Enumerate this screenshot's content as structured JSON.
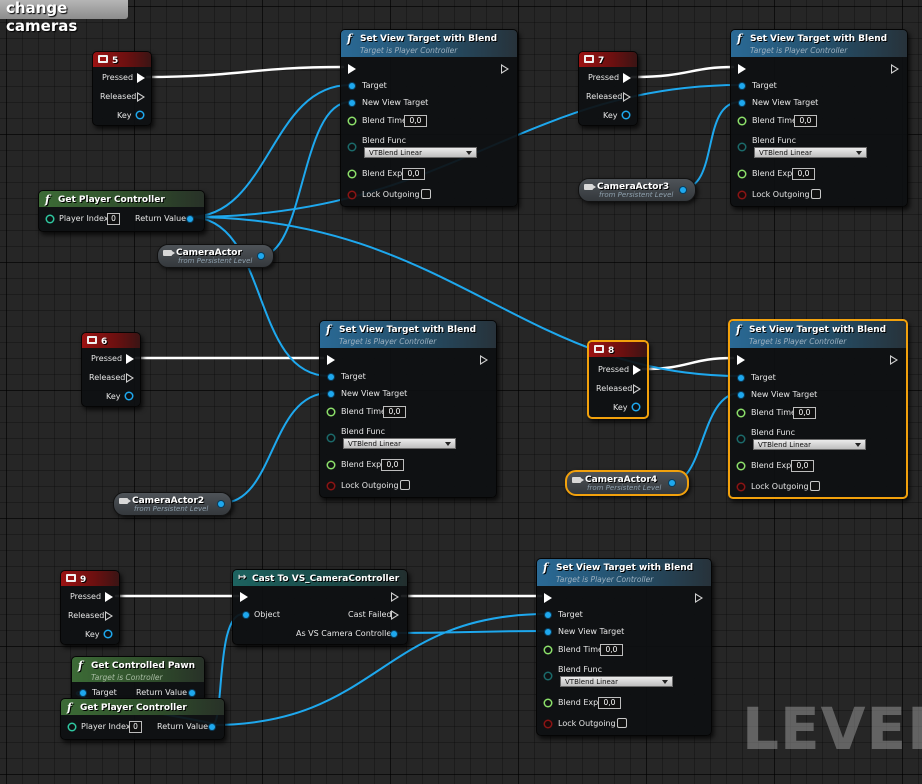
{
  "comment": {
    "title": "change cameras"
  },
  "watermark": "LEVEL",
  "colors": {
    "exec_wire": "#ffffff",
    "object_wire": "#1ea8ee",
    "selected_border": "#f2a10c"
  },
  "nodes": {
    "key5": {
      "title": "5",
      "pressed": "Pressed",
      "released": "Released",
      "key": "Key"
    },
    "key6": {
      "title": "6",
      "pressed": "Pressed",
      "released": "Released",
      "key": "Key"
    },
    "key7": {
      "title": "7",
      "pressed": "Pressed",
      "released": "Released",
      "key": "Key"
    },
    "key8": {
      "title": "8",
      "pressed": "Pressed",
      "released": "Released",
      "key": "Key"
    },
    "key9": {
      "title": "9",
      "pressed": "Pressed",
      "released": "Released",
      "key": "Key"
    },
    "svtb1": {
      "title": "Set View Target with Blend",
      "subtitle": "Target is Player Controller",
      "target": "Target",
      "new_view_target": "New View Target",
      "blend_time": "Blend Time",
      "blend_time_value": "0,0",
      "blend_func": "Blend Func",
      "blend_func_value": "VTBlend Linear",
      "blend_exp": "Blend Exp",
      "blend_exp_value": "0,0",
      "lock_outgoing": "Lock Outgoing"
    },
    "svtb2": {
      "title": "Set View Target with Blend",
      "subtitle": "Target is Player Controller",
      "target": "Target",
      "new_view_target": "New View Target",
      "blend_time": "Blend Time",
      "blend_time_value": "0,0",
      "blend_func": "Blend Func",
      "blend_func_value": "VTBlend Linear",
      "blend_exp": "Blend Exp",
      "blend_exp_value": "0,0",
      "lock_outgoing": "Lock Outgoing"
    },
    "svtb3": {
      "title": "Set View Target with Blend",
      "subtitle": "Target is Player Controller",
      "target": "Target",
      "new_view_target": "New View Target",
      "blend_time": "Blend Time",
      "blend_time_value": "0,0",
      "blend_func": "Blend Func",
      "blend_func_value": "VTBlend Linear",
      "blend_exp": "Blend Exp",
      "blend_exp_value": "0,0",
      "lock_outgoing": "Lock Outgoing"
    },
    "svtb4": {
      "title": "Set View Target with Blend",
      "subtitle": "Target is Player Controller",
      "target": "Target",
      "new_view_target": "New View Target",
      "blend_time": "Blend Time",
      "blend_time_value": "0,0",
      "blend_func": "Blend Func",
      "blend_func_value": "VTBlend Linear",
      "blend_exp": "Blend Exp",
      "blend_exp_value": "0,0",
      "lock_outgoing": "Lock Outgoing"
    },
    "svtb5": {
      "title": "Set View Target with Blend",
      "subtitle": "Target is Player Controller",
      "target": "Target",
      "new_view_target": "New View Target",
      "blend_time": "Blend Time",
      "blend_time_value": "0,0",
      "blend_func": "Blend Func",
      "blend_func_value": "VTBlend Linear",
      "blend_exp": "Blend Exp",
      "blend_exp_value": "0,0",
      "lock_outgoing": "Lock Outgoing"
    },
    "gpc1": {
      "title": "Get Player Controller",
      "player_index": "Player Index",
      "player_index_value": "0",
      "return_value": "Return Value"
    },
    "gpc2": {
      "title": "Get Player Controller",
      "player_index": "Player Index",
      "player_index_value": "0",
      "return_value": "Return Value"
    },
    "gcp": {
      "title": "Get Controlled Pawn",
      "subtitle": "Target is Controller",
      "target": "Target",
      "return_value": "Return Value"
    },
    "cast": {
      "title": "Cast To VS_CameraController",
      "object": "Object",
      "cast_failed": "Cast Failed",
      "as_output": "As VS Camera Controller"
    },
    "cam1": {
      "name": "CameraActor",
      "sub": "from Persistent Level"
    },
    "cam2": {
      "name": "CameraActor2",
      "sub": "from Persistent Level"
    },
    "cam3": {
      "name": "CameraActor3",
      "sub": "from Persistent Level"
    },
    "cam4": {
      "name": "CameraActor4",
      "sub": "from Persistent Level"
    }
  }
}
